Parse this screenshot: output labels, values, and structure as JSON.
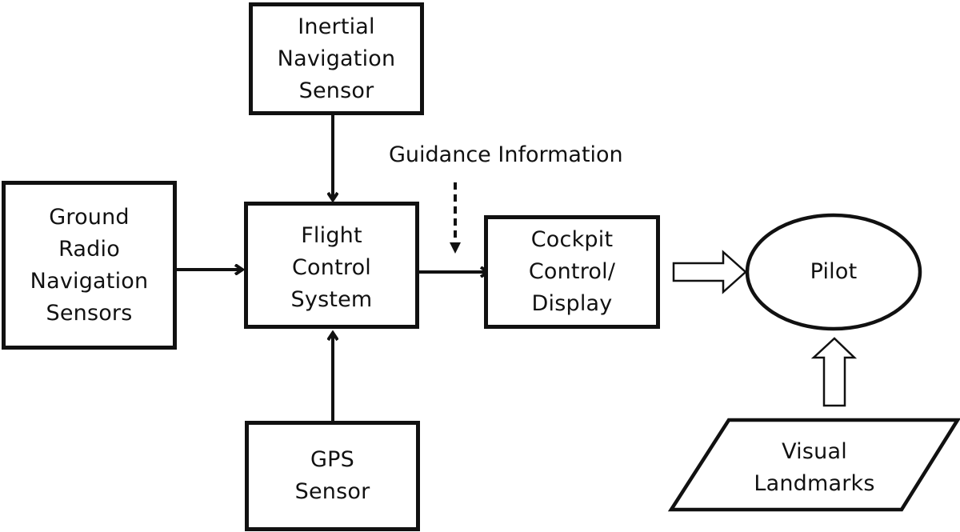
{
  "diagram": {
    "nodes": {
      "inertial": {
        "lines": [
          "Inertial",
          "Navigation",
          "Sensor"
        ]
      },
      "ground_radio": {
        "lines": [
          "Ground",
          "Radio",
          "Navigation",
          "Sensors"
        ]
      },
      "flight_control": {
        "lines": [
          "Flight",
          "Control",
          "System"
        ]
      },
      "gps": {
        "lines": [
          "GPS",
          "Sensor"
        ]
      },
      "cockpit": {
        "lines": [
          "Cockpit",
          "Control/",
          "Display"
        ]
      },
      "pilot": {
        "lines": [
          "Pilot"
        ]
      },
      "visual_landmarks": {
        "lines": [
          "Visual",
          "Landmarks"
        ]
      }
    },
    "annotations": {
      "guidance": "Guidance Information"
    },
    "edges": [
      {
        "from": "Inertial Navigation Sensor",
        "to": "Flight Control System",
        "style": "solid"
      },
      {
        "from": "Ground Radio Navigation Sensors",
        "to": "Flight Control System",
        "style": "solid"
      },
      {
        "from": "GPS Sensor",
        "to": "Flight Control System",
        "style": "solid"
      },
      {
        "from": "Flight Control System",
        "to": "Cockpit Control/Display",
        "style": "solid"
      },
      {
        "from": "Guidance Information",
        "to": "Cockpit Control/Display",
        "style": "dashed"
      },
      {
        "from": "Cockpit Control/Display",
        "to": "Pilot",
        "style": "hollow-block"
      },
      {
        "from": "Visual Landmarks",
        "to": "Pilot",
        "style": "hollow-block"
      }
    ]
  }
}
